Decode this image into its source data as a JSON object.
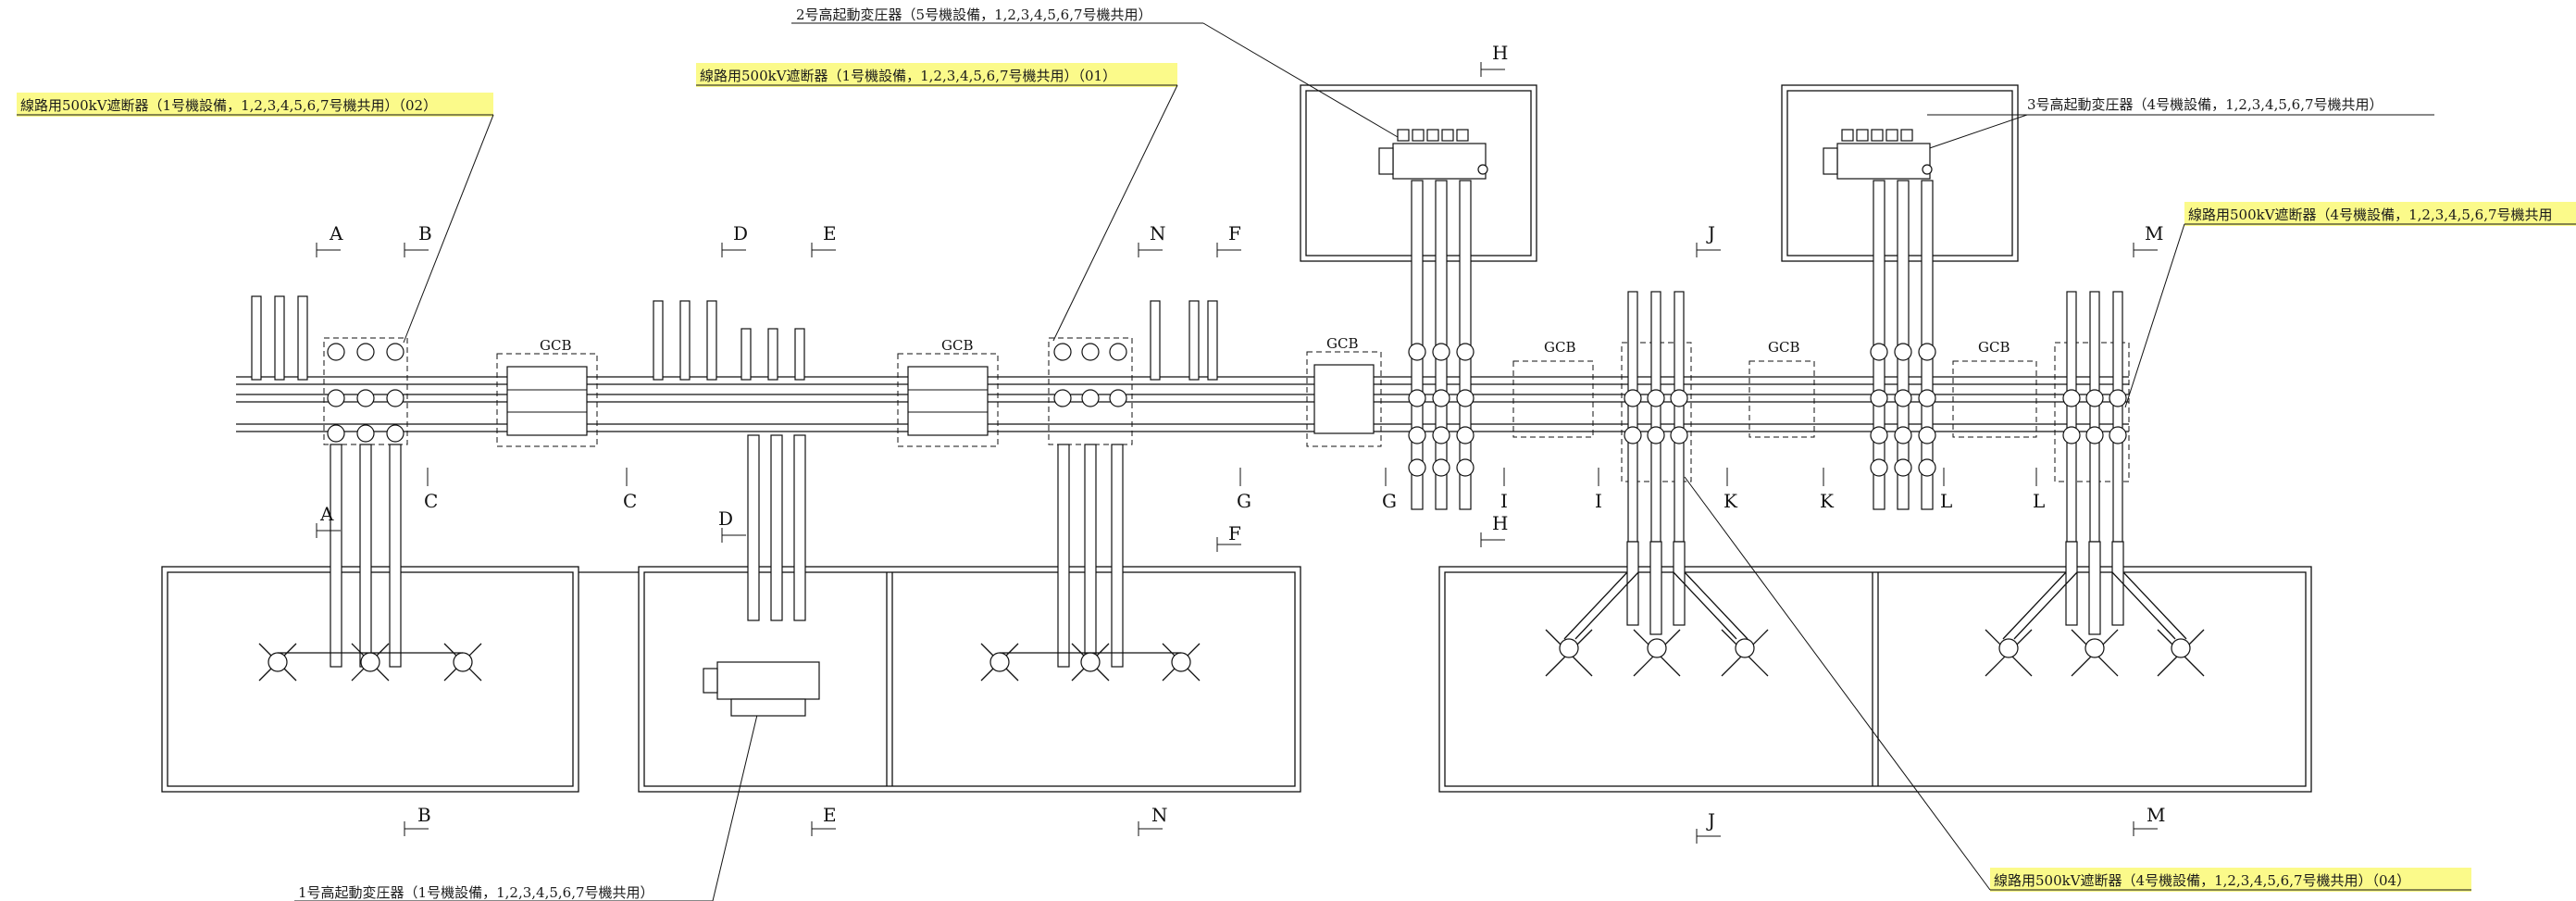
{
  "callouts": [
    {
      "id": "c1",
      "text": "2号高起動変圧器（5号機設備，1,2,3,4,5,6,7号機共用）",
      "highlight": false
    },
    {
      "id": "c2",
      "text": "線路用500kV遮断器（1号機設備，1,2,3,4,5,6,7号機共用）（02）",
      "highlight": true
    },
    {
      "id": "c3",
      "text": "線路用500kV遮断器（1号機設備，1,2,3,4,5,6,7号機共用）（01）",
      "highlight": true
    },
    {
      "id": "c4",
      "text": "3号高起動変圧器（4号機設備，1,2,3,4,5,6,7号機共用）",
      "highlight": false
    },
    {
      "id": "c5",
      "text": "線路用500kV遮断器（4号機設備，1,2,3,4,5,6,7号機共用",
      "highlight": true
    },
    {
      "id": "c6",
      "text": "1号高起動変圧器（1号機設備，1,2,3,4,5,6,7号機共用）",
      "highlight": false
    },
    {
      "id": "c7",
      "text": "線路用500kV遮断器（4号機設備，1,2,3,4,5,6,7号機共用）（04）",
      "highlight": true
    }
  ],
  "gcb_label": "GCB",
  "section_markers": {
    "top": [
      "A",
      "B",
      "D",
      "E",
      "N",
      "F",
      "H",
      "J",
      "M"
    ],
    "middle": [
      "C",
      "C",
      "G",
      "G",
      "I",
      "I",
      "K",
      "K",
      "L",
      "L"
    ],
    "lower": [
      "A",
      "D",
      "H",
      "F"
    ],
    "bottom": [
      "B",
      "E",
      "N",
      "J",
      "M"
    ]
  },
  "colors": {
    "highlight": "#fbfa8a",
    "line": "#111111",
    "background": "#ffffff"
  }
}
